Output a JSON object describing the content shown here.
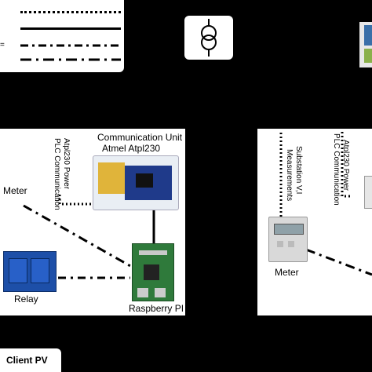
{
  "labels": {
    "left_meter": "Meter",
    "communication_unit_line1": "Communication Unit",
    "communication_unit_line2": "Atmel Atpl230",
    "relay": "Relay",
    "raspberry_pi": "Raspberry PI",
    "right_meter": "Meter",
    "client_pv": "Client PV",
    "vertical_left": [
      "Atpl230 Power",
      "PLC Communication"
    ],
    "vertical_right": [
      "Substation V,I",
      "Measurements",
      "Atpl230 Power",
      "PLC Communication"
    ],
    "legend_tick": "="
  },
  "colors": {
    "background": "#000000",
    "panel": "#ffffff",
    "line": "#000000",
    "board_blue": "#1f3a8a",
    "pi_green": "#2f7a3b",
    "relay_blue": "#1d4fa8",
    "meter_gray": "#d9d9d9"
  },
  "icons": [
    "transformer-icon",
    "solar-panel-icon"
  ]
}
